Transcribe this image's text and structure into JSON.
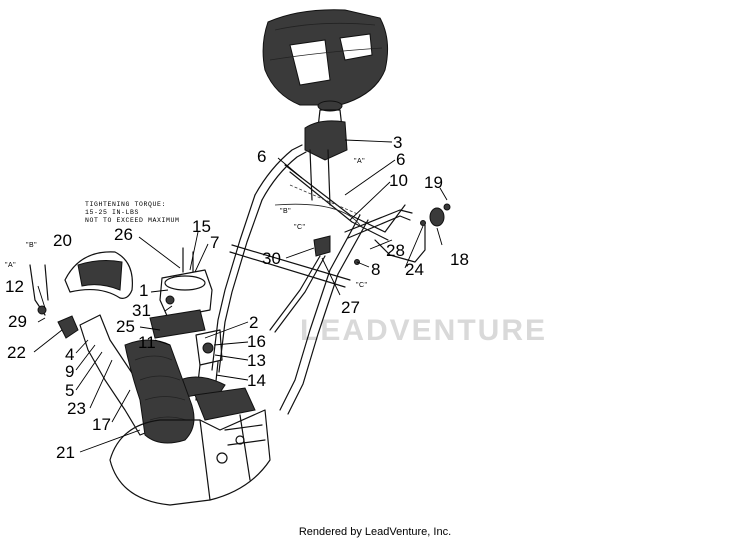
{
  "watermark": "LEADVENTURE",
  "footer": "Rendered by LeadVenture, Inc.",
  "torque_note": {
    "line1": "TIGHTENING TORQUE:",
    "line2": "15-25 IN-LBS",
    "line3": "NOT TO EXCEED MAXIMUM"
  },
  "ref_labels": {
    "a_left": "\"A\"",
    "b_left": "\"B\"",
    "a_right": "\"A\"",
    "b_mid": "\"B\"",
    "c_mid": "\"C\"",
    "c_right": "\"C\""
  },
  "callouts": {
    "c1": "1",
    "c2": "2",
    "c3": "3",
    "c4": "4",
    "c5": "5",
    "c6a": "6",
    "c6b": "6",
    "c7": "7",
    "c8": "8",
    "c9": "9",
    "c10": "10",
    "c11": "11",
    "c12": "12",
    "c13": "13",
    "c14": "14",
    "c15": "15",
    "c16": "16",
    "c17": "17",
    "c18": "18",
    "c19": "19",
    "c20": "20",
    "c21": "21",
    "c22": "22",
    "c23": "23",
    "c24": "24",
    "c25": "25",
    "c26": "26",
    "c27": "27",
    "c28": "28",
    "c29": "29",
    "c30": "30",
    "c31": "31"
  }
}
